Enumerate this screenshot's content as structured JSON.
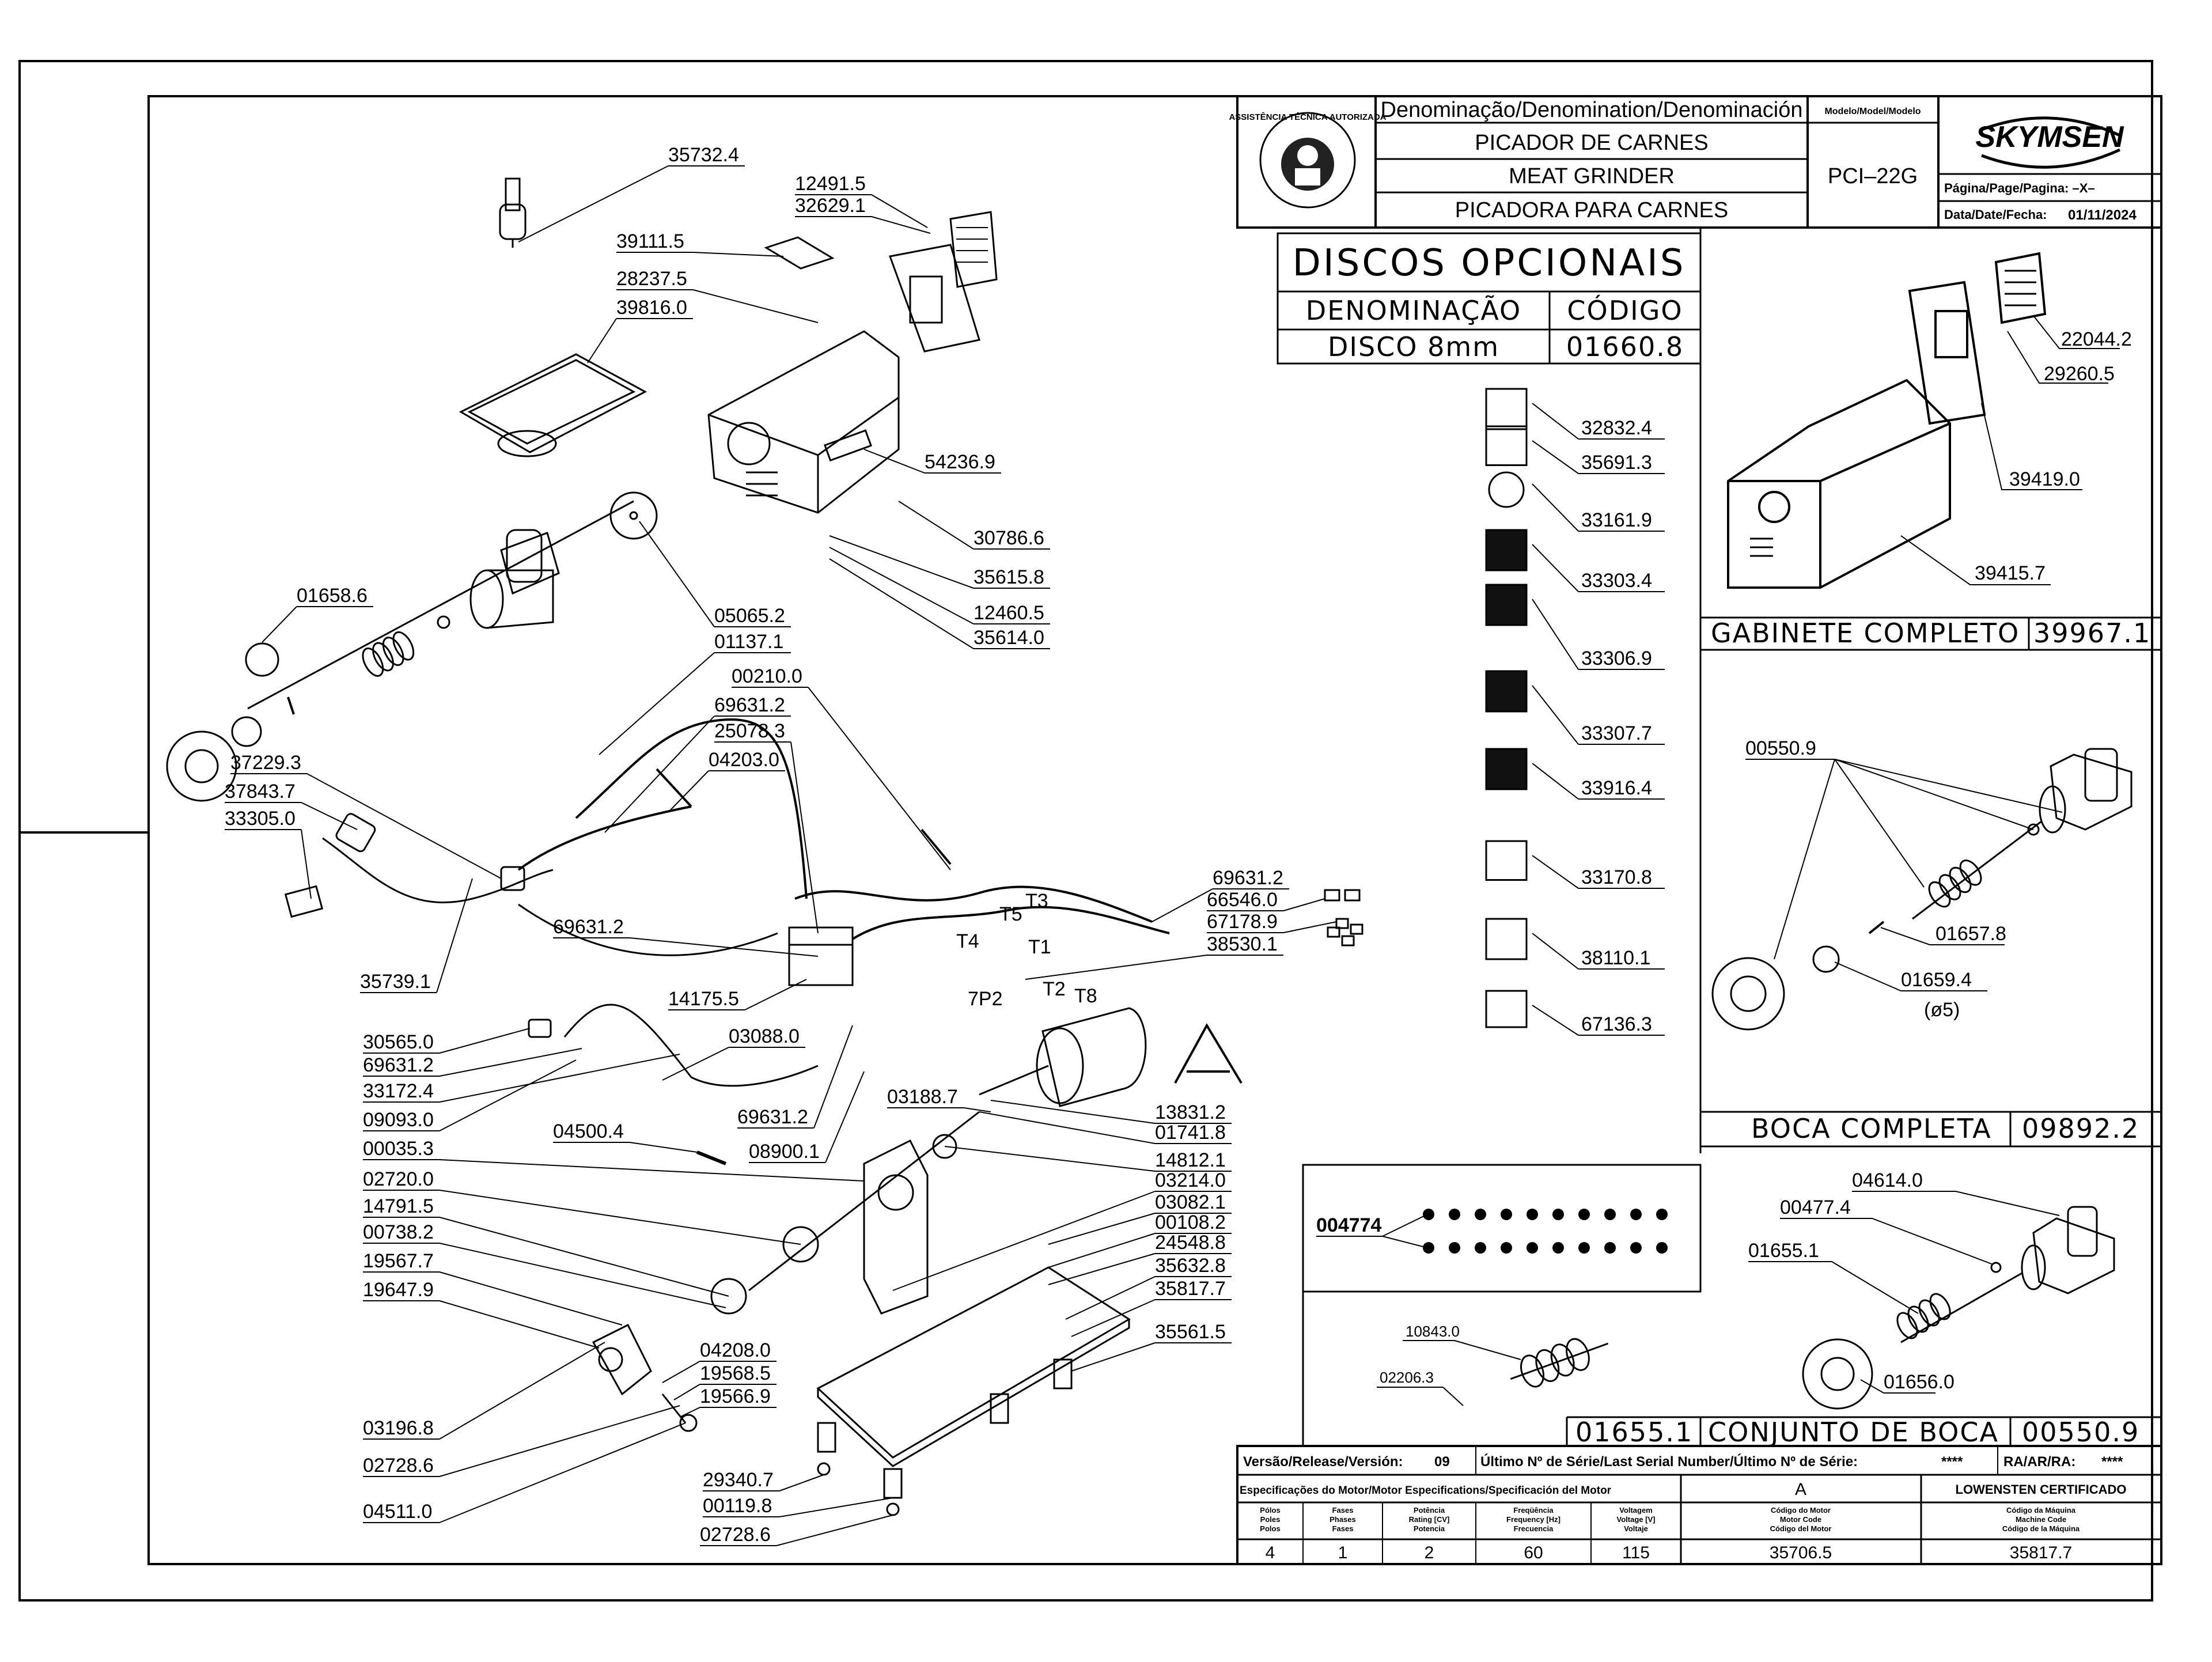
{
  "title_block": {
    "denomination_header": "Denominação/Denomination/Denominación",
    "model_header": "Modelo/Model/Modelo",
    "name_pt": "PICADOR DE CARNES",
    "name_en": "MEAT GRINDER",
    "name_es": "PICADORA PARA CARNES",
    "model": "PCI–22G",
    "brand": "SKYMSEN",
    "seal_text": "ASSISTÊNCIA TÉCNICA AUTORIZADA",
    "page_label": "Página/Page/Pagina: –X–",
    "date_label": "Data/Date/Fecha:",
    "date": "01/11/2024"
  },
  "optional_discs": {
    "title": "DISCOS OPCIONAIS",
    "col_name": "DENOMINAÇÃO",
    "col_code": "CÓDIGO",
    "row_name": "DISCO 8mm",
    "row_code": "01660.8"
  },
  "cabinet": {
    "label": "GABINETE COMPLETO",
    "code": "39967.1",
    "parts": [
      "22044.2",
      "29260.5",
      "39419.0",
      "39415.7"
    ]
  },
  "mouth": {
    "label": "BOCA COMPLETA",
    "code": "09892.2",
    "parts": [
      "00550.9",
      "01657.8",
      "01659.4"
    ],
    "note": "(ø5)"
  },
  "mouth_set": {
    "label": "CONJUNTO DE BOCA",
    "left_code": "01655.1",
    "code": "00550.9",
    "parts": [
      "04614.0",
      "00477.4",
      "01655.1",
      "01656.0"
    ]
  },
  "screw_box": {
    "part": "004774",
    "parts_small": [
      "10843.0",
      "02206.3"
    ]
  },
  "labels_column": [
    "32832.4",
    "35691.3",
    "33161.9",
    "33303.4",
    "33306.9",
    "33307.7",
    "33916.4",
    "33170.8",
    "38110.1",
    "67136.3"
  ],
  "main_parts_left": [
    "35732.4",
    "12491.5",
    "32629.1",
    "39111.5",
    "28237.5",
    "39816.0",
    "01658.6",
    "05065.2",
    "01137.1",
    "00210.0",
    "69631.2",
    "25078.3",
    "04203.0",
    "37229.3",
    "37843.7",
    "33305.0",
    "35739.1",
    "69631.2",
    "14175.5",
    "30565.0",
    "69631.2",
    "33172.4",
    "09093.0",
    "03088.0",
    "04500.4",
    "69631.2",
    "08900.1",
    "00035.3",
    "02720.0",
    "14791.5",
    "00738.2",
    "19567.7",
    "19647.9",
    "04208.0",
    "19568.5",
    "19566.9",
    "03196.8",
    "02728.6",
    "04511.0",
    "29340.7",
    "00119.8",
    "02728.6"
  ],
  "main_parts_right": [
    "54236.9",
    "30786.6",
    "35615.8",
    "12460.5",
    "35614.0",
    "69631.2",
    "66546.0",
    "67178.9",
    "38530.1",
    "13831.2",
    "01741.8",
    "14812.1",
    "03214.0",
    "03082.1",
    "00108.2",
    "24548.8",
    "35632.8",
    "35817.7",
    "35561.5",
    "03188.7"
  ],
  "wiring_terminals": [
    "T3",
    "T5",
    "T4",
    "T1",
    "7P2",
    "T2",
    "T8"
  ],
  "motor_letter": "A",
  "release": {
    "version_label": "Versão/Release/Versión:",
    "version": "09",
    "serial_label": "Último Nº de Série/Last Serial Number/Último Nº de Série:",
    "serial": "****",
    "ra_label": "RA/AR/RA:",
    "ra": "****"
  },
  "motor_spec": {
    "header": "Especificações do Motor/Motor Especifications/Specificación del Motor",
    "motor_letter": "A",
    "certificate": "LOWENSTEN CERTIFICADO",
    "columns": [
      "Pólos\nPoles\nPolos",
      "Fases\nPhases\nFases",
      "Potência\nRating [CV]\nPotencia",
      "Freqüência\nFrequency [Hz]\nFrecuencia",
      "Voltagem\nVoltage [V]\nVoltaje",
      "Código do Motor\nMotor Code\nCódigo del Motor",
      "Código da Máquina\nMachine Code\nCódigo de la Máquina"
    ],
    "values": [
      "4",
      "1",
      "2",
      "60",
      "115",
      "35706.5",
      "35817.7"
    ]
  }
}
